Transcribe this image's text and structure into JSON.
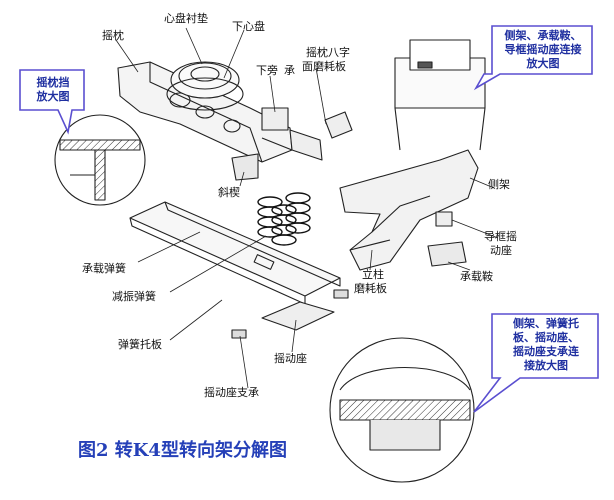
{
  "title": "图2  转K4型转向架分解图",
  "labels": {
    "yaozhen": "摇枕",
    "xinpan_chendian": "心盘衬垫",
    "xia_xinpan": "下心盘",
    "xia_pangcheng_1": "下旁",
    "xia_pangcheng_2": "承",
    "yaozhen_bazi_1": "摇枕八字",
    "yaozhen_bazi_2": "面磨耗板",
    "xiexie": "斜楔",
    "cejia": "侧架",
    "daokuang_1": "导框摇",
    "daokuang_2": "动座",
    "chengzai_tanhuang": "承载弹簧",
    "jianzhen_tanhuang": "减振弹簧",
    "tanhuang_tuoban": "弹簧托板",
    "yaodongzuo": "摇动座",
    "yaodongzuo_zhicheng": "摇动座支承",
    "lizhu_1": "立柱",
    "lizhu_2": "磨耗板",
    "chengzaian": "承载鞍"
  },
  "callouts": {
    "yaozhendang": [
      "摇枕挡",
      "放大图"
    ],
    "cejia_chengzaian": [
      "侧架、承载鞍、",
      "导框摇动座连接",
      "放大图"
    ],
    "cejia_tanhuang": [
      "侧架、弹簧托",
      "板、摇动座、",
      "摇动座支承连",
      "接放大图"
    ]
  },
  "colors": {
    "accent": "#2540b8",
    "callout_border": "#5a4fd0",
    "line": "#222222"
  }
}
